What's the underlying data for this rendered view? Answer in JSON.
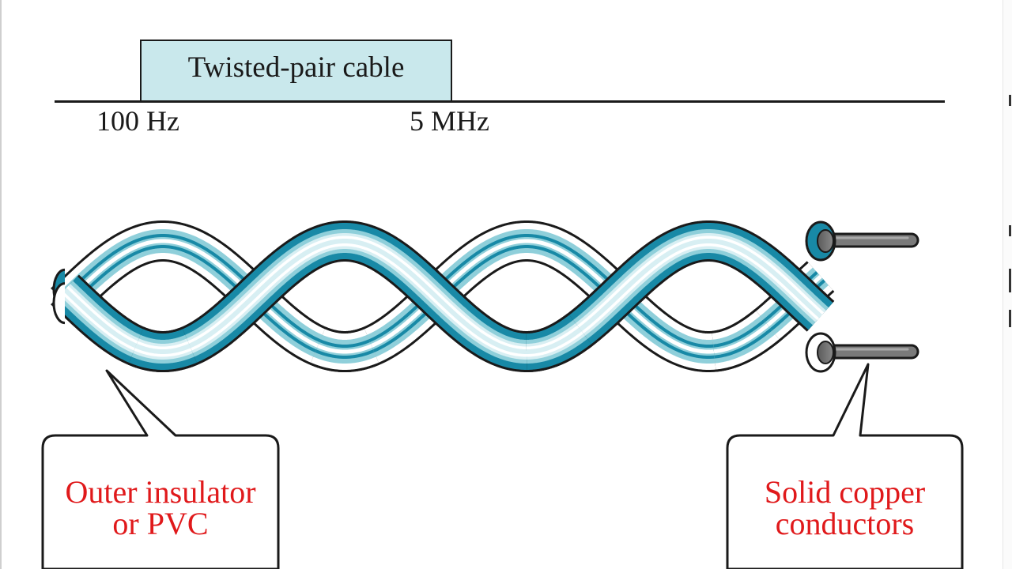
{
  "spectrum": {
    "band_label": "Twisted-pair cable",
    "low_label": "100 Hz",
    "high_label": "5 MHz"
  },
  "callouts": {
    "insulator": "Outer insulator\nor PVC",
    "conductors": "Solid copper\nconductors"
  },
  "colors": {
    "teal": "#1889a6",
    "teal_light": "#8fcfda",
    "teal_pale": "#d8eff3",
    "band_fill": "#c9e8ec",
    "callout_text": "#e0191b",
    "copper_wire": "#777777"
  }
}
